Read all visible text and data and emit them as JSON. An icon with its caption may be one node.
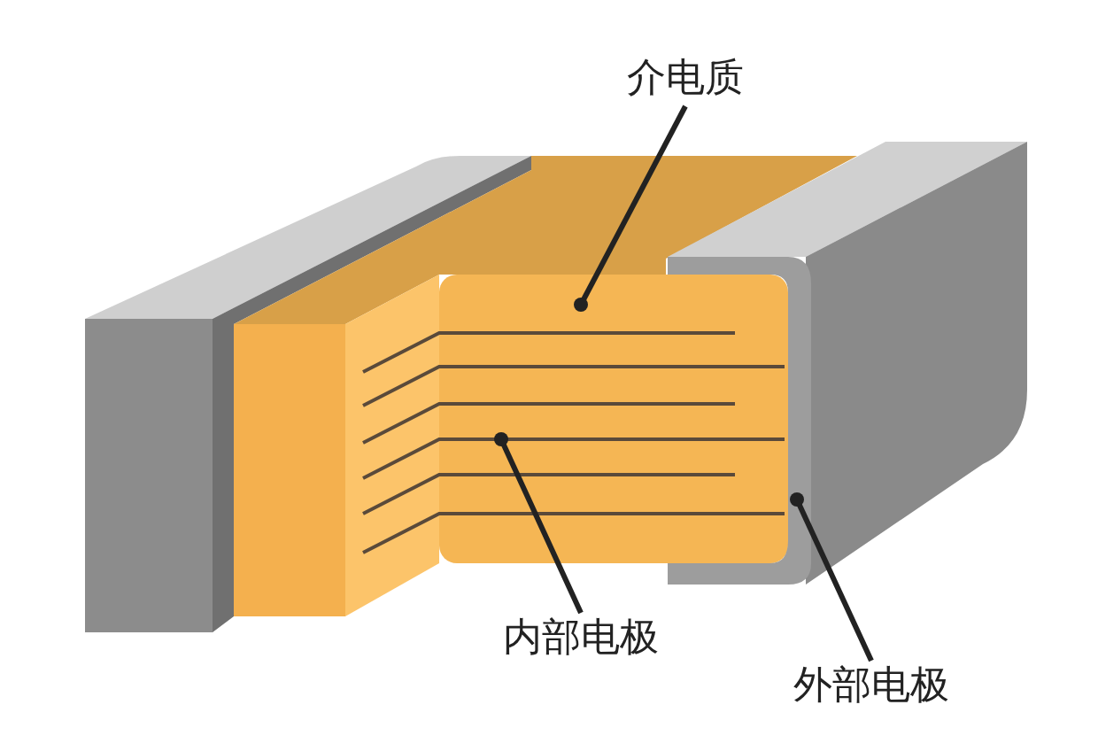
{
  "diagram": {
    "nodes": [
      {
        "text": [
          "介电质"
        ]
      },
      {
        "text": [],
        "shape": "picture"
      },
      {
        "text": [
          "内部电极"
        ]
      },
      {
        "text": [],
        "shape": "picture",
        "in": 1
      },
      {
        "text": [
          "外部电极"
        ]
      },
      {
        "text": [],
        "shape": "picture"
      }
    ],
    "edges": [
      {
        "from": 0,
        "to": 1,
        "arrow": "other"
      },
      {
        "from": 2,
        "to": 3,
        "arrow": "other"
      },
      {
        "from": 4,
        "to": 5,
        "arrow": "other"
      }
    ]
  }
}
